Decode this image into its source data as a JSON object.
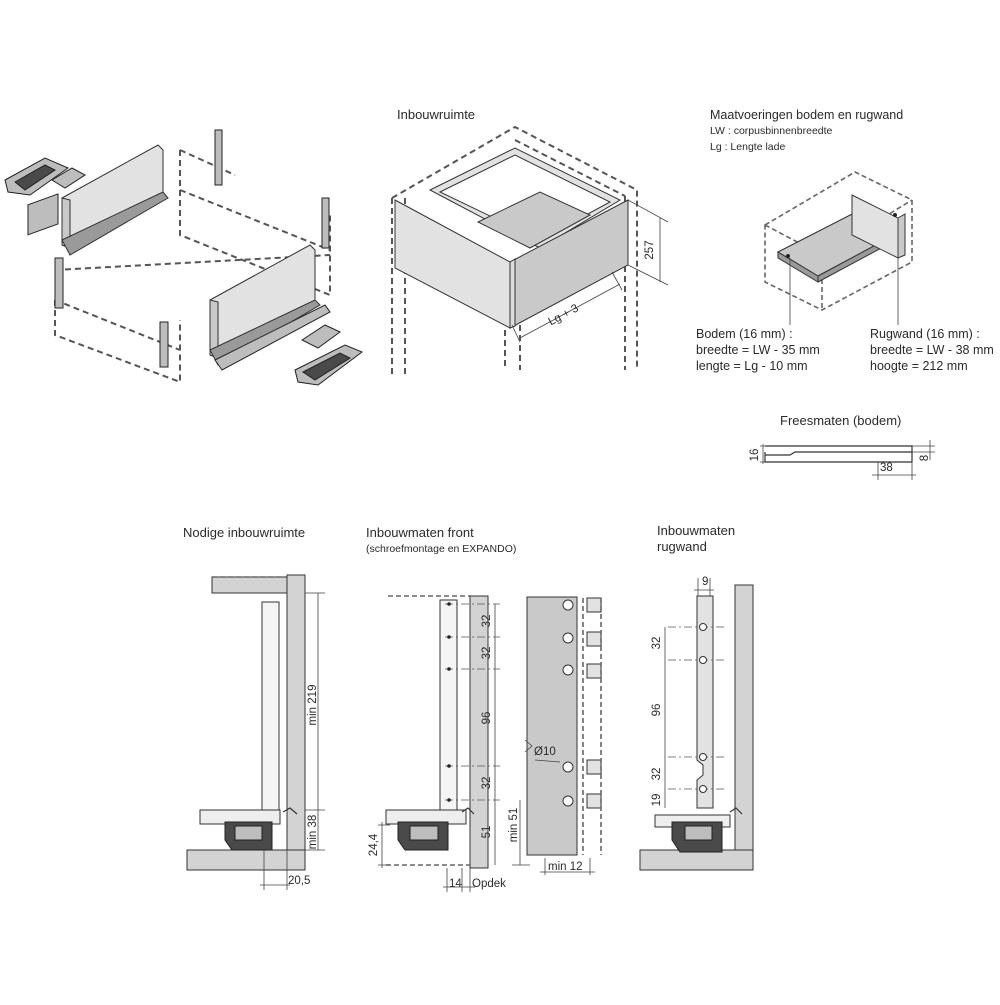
{
  "sections": {
    "inbouwruimte": {
      "title": "Inbouwruimte",
      "dim_height": "257",
      "dim_length": "Lg + 3"
    },
    "maatvoeringen": {
      "title": "Maatvoeringen bodem en rugwand",
      "line1": "LW : corpusbinnenbreedte",
      "line2": "Lg : Lengte lade"
    },
    "bodem": {
      "line1": "Bodem (16 mm) :",
      "line2": "breedte = LW - 35 mm",
      "line3": "lengte = Lg - 10 mm"
    },
    "rugwand": {
      "line1": "Rugwand (16 mm) :",
      "line2": "breedte = LW - 38 mm",
      "line3": "hoogte = 212 mm"
    },
    "freesmaten": {
      "title": "Freesmaten (bodem)",
      "dim_16": "16",
      "dim_8": "8",
      "dim_38": "38"
    },
    "nodige": {
      "title": "Nodige inbouwruimte",
      "dim_min219": "min 219",
      "dim_min38": "min 38",
      "dim_205": "20,5"
    },
    "front": {
      "title": "Inbouwmaten front",
      "subtitle": "(schroefmontage en EXPANDO)",
      "dims": [
        "32",
        "32",
        "96",
        "32",
        "51"
      ],
      "dim_min51": "min 51",
      "dim_244": "24,4",
      "dim_14": "14",
      "dim_opdek": "Opdek",
      "dim_d10": "Ø10",
      "dim_min12": "min 12"
    },
    "rugwand_maten": {
      "title_line1": "Inbouwmaten",
      "title_line2": "rugwand",
      "dim_9": "9",
      "dims": [
        "32",
        "96",
        "32",
        "19"
      ]
    }
  }
}
